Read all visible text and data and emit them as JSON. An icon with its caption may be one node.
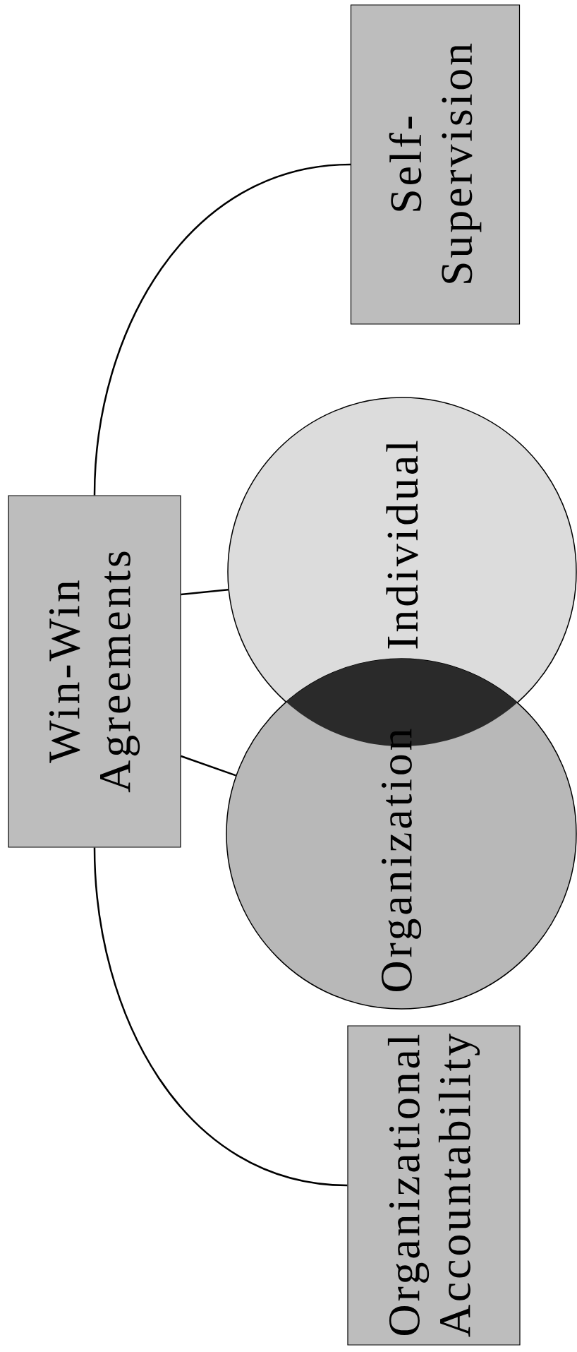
{
  "diagram": {
    "nodes": [
      {
        "text": [
          "Win-Win Agreements"
        ]
      },
      {
        "text": [
          "Self-Supervision"
        ]
      },
      {
        "text": [
          "Individual"
        ]
      },
      {
        "text": [
          "Organization"
        ]
      },
      {
        "text": [
          "Organizational Accountability"
        ]
      }
    ],
    "edges": [
      {
        "from": 0,
        "to": 1,
        "arrow": "none"
      },
      {
        "from": 0,
        "to": 4,
        "arrow": "none"
      },
      {
        "from": 0,
        "to": 2,
        "arrow": "none"
      },
      {
        "from": 0,
        "to": 3,
        "arrow": "none"
      }
    ]
  }
}
